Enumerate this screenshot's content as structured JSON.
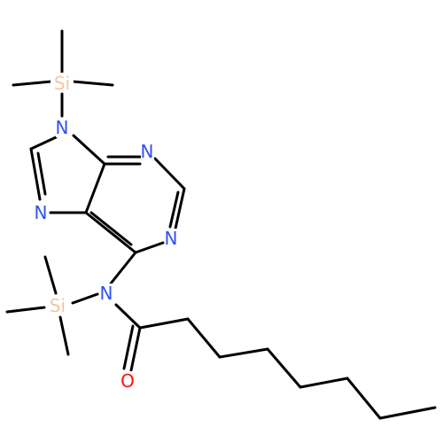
{
  "colors": {
    "bond": "#000000",
    "nitrogen": "#3050F8",
    "oxygen": "#FF0D0D",
    "silicon": "#F0C8A0",
    "background": "#FFFFFF"
  },
  "molecule": {
    "atoms": {
      "si_top": {
        "symbol": "Si",
        "element": "silicon"
      },
      "n9": {
        "symbol": "N",
        "element": "nitrogen"
      },
      "n7": {
        "symbol": "N",
        "element": "nitrogen"
      },
      "n1": {
        "symbol": "N",
        "element": "nitrogen"
      },
      "n3": {
        "symbol": "N",
        "element": "nitrogen"
      },
      "n_amide": {
        "symbol": "N",
        "element": "nitrogen"
      },
      "si_left": {
        "symbol": "Si",
        "element": "silicon"
      },
      "o": {
        "symbol": "O",
        "element": "oxygen"
      }
    }
  }
}
